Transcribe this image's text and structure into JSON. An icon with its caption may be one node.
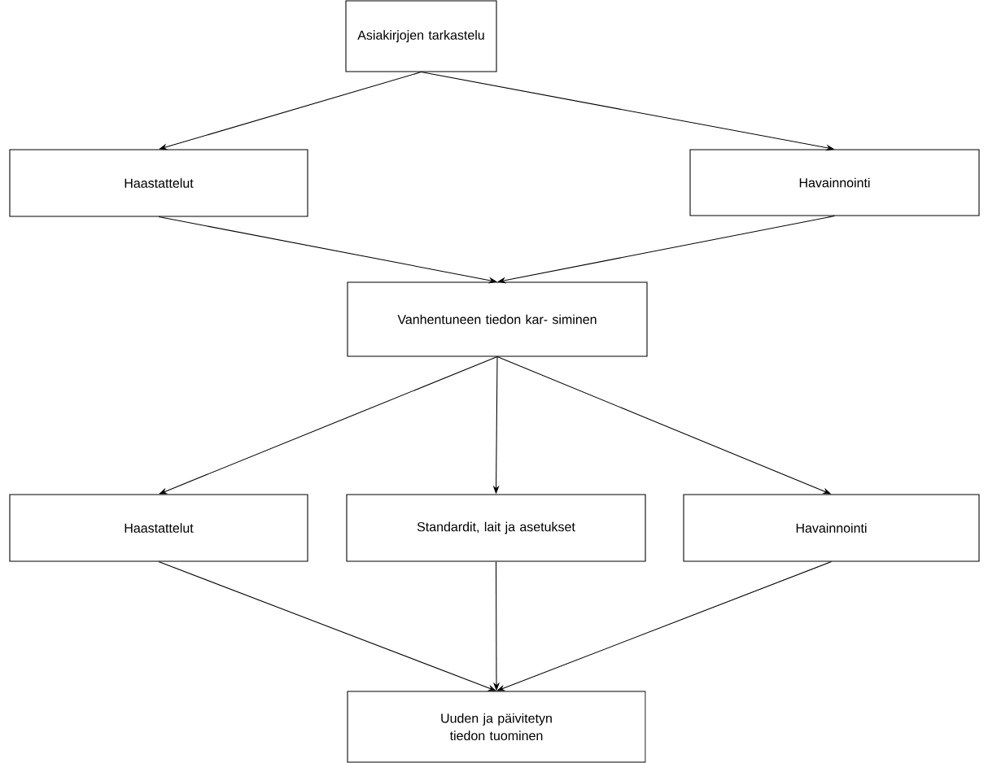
{
  "diagram": {
    "nodes": [
      {
        "text": [
          "Asiakirjojen tarkastelu"
        ]
      },
      {
        "text": [
          "Haastattelut"
        ]
      },
      {
        "text": [
          "Havainnointi"
        ]
      },
      {
        "text": [
          "Vanhentuneen tiedon kar- siminen"
        ]
      },
      {
        "text": [
          "Haastattelut"
        ]
      },
      {
        "text": [
          "Standardit, lait ja asetukset"
        ]
      },
      {
        "text": [
          "Havainnointi"
        ]
      },
      {
        "text": [
          "Uuden ja päivitetyn tiedon tuominen"
        ]
      }
    ],
    "edges": [
      {
        "from": 0,
        "to": 1,
        "arrow": "to"
      },
      {
        "from": 0,
        "to": 2,
        "arrow": "to"
      },
      {
        "from": 1,
        "to": 3,
        "arrow": "to"
      },
      {
        "from": 2,
        "to": 3,
        "arrow": "to"
      },
      {
        "from": 3,
        "to": 4,
        "arrow": "to"
      },
      {
        "from": 3,
        "to": 5,
        "arrow": "to"
      },
      {
        "from": 3,
        "to": 6,
        "arrow": "to"
      },
      {
        "from": 4,
        "to": 7,
        "arrow": "to"
      },
      {
        "from": 5,
        "to": 7,
        "arrow": "to"
      },
      {
        "from": 6,
        "to": 7,
        "arrow": "to"
      }
    ]
  }
}
